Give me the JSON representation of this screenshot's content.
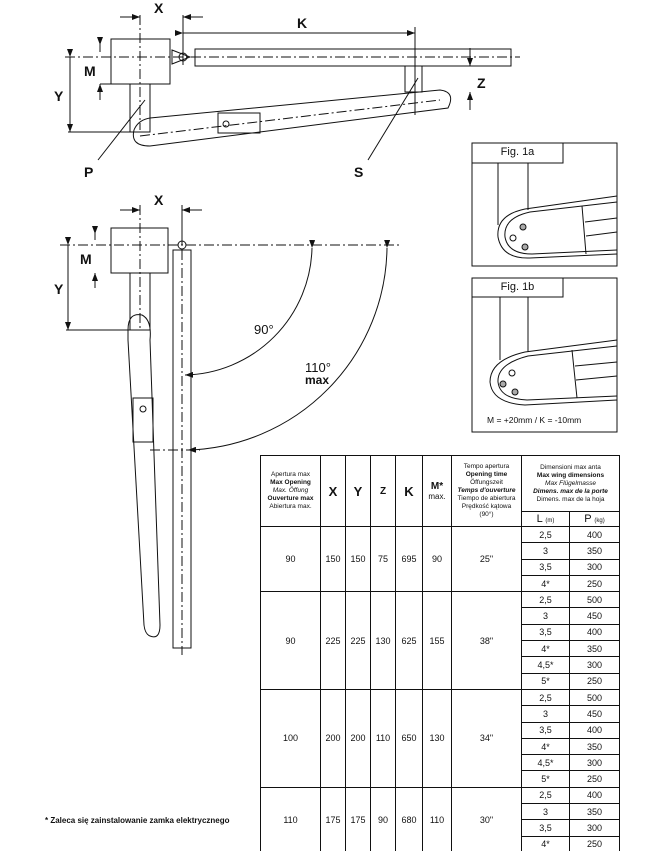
{
  "top_diagram": {
    "labels": {
      "x": "X",
      "k": "K",
      "m": "M",
      "y": "Y",
      "z": "Z",
      "p": "P",
      "s": "S"
    }
  },
  "side_diagram": {
    "labels": {
      "x": "X",
      "m": "M",
      "y": "Y",
      "angle_90": "90°",
      "angle_110": "110°",
      "angle_110_max": "max"
    }
  },
  "fig_1a": {
    "title": "Fig. 1a"
  },
  "fig_1b": {
    "title": "Fig. 1b",
    "note": "M = +20mm / K = -10mm"
  },
  "table": {
    "headers": {
      "opening": [
        "Apertura max",
        "Max Opening",
        "Max. Öffung",
        "Ouverture max",
        "Abiertura max."
      ],
      "x": "X",
      "y": "Y",
      "z": "Z",
      "k": "K",
      "m": "M*",
      "m_sub": "max.",
      "time": [
        "Tempo apertura",
        "Opening time",
        "Öffungszeit",
        "Temps d'ouverture",
        "Tiempo de abiertura",
        "Prędkość kątowa",
        "(90°)"
      ],
      "dims": [
        "Dimensioni max anta",
        "Max wing dimensions",
        "Max Flügelmasse",
        "Dimens. max de la porte",
        "Dimens. max de la hoja"
      ],
      "l": "L",
      "l_unit": "(m)",
      "p": "P",
      "p_unit": "(kg)"
    },
    "rows": [
      {
        "opening": "90",
        "x": "150",
        "y": "150",
        "z": "75",
        "k": "695",
        "m": "90",
        "time": "25\"",
        "wings": [
          [
            "2,5",
            "400"
          ],
          [
            "3",
            "350"
          ],
          [
            "3,5",
            "300"
          ],
          [
            "4*",
            "250"
          ]
        ]
      },
      {
        "opening": "90",
        "x": "225",
        "y": "225",
        "z": "130",
        "k": "625",
        "m": "155",
        "time": "38\"",
        "wings": [
          [
            "2,5",
            "500"
          ],
          [
            "3",
            "450"
          ],
          [
            "3,5",
            "400"
          ],
          [
            "4*",
            "350"
          ],
          [
            "4,5*",
            "300"
          ],
          [
            "5*",
            "250"
          ]
        ]
      },
      {
        "opening": "100",
        "x": "200",
        "y": "200",
        "z": "110",
        "k": "650",
        "m": "130",
        "time": "34\"",
        "wings": [
          [
            "2,5",
            "500"
          ],
          [
            "3",
            "450"
          ],
          [
            "3,5",
            "400"
          ],
          [
            "4*",
            "350"
          ],
          [
            "4,5*",
            "300"
          ],
          [
            "5*",
            "250"
          ]
        ]
      },
      {
        "opening": "110",
        "x": "175",
        "y": "175",
        "z": "90",
        "k": "680",
        "m": "110",
        "time": "30\"",
        "wings": [
          [
            "2,5",
            "400"
          ],
          [
            "3",
            "350"
          ],
          [
            "3,5",
            "300"
          ],
          [
            "4*",
            "250"
          ]
        ]
      }
    ]
  },
  "footnote": "* Zaleca się zainstalowanie zamka elektrycznego"
}
